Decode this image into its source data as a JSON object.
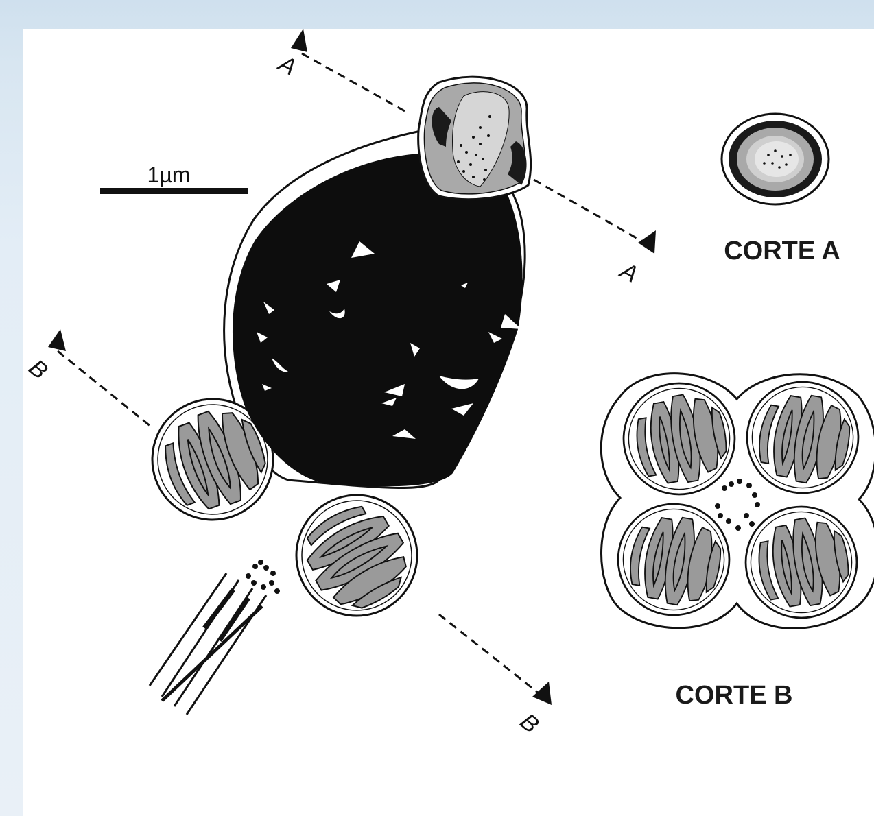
{
  "figure": {
    "scale_bar_label": "1µm",
    "section_a_label": "CORTE A",
    "section_b_label": "CORTE B",
    "cut_a_letter": "A",
    "cut_b_letter": "B"
  },
  "colors": {
    "background_strip": "#d8e6f1",
    "panel": "#ffffff",
    "nucleus": "#0d0d0d",
    "mitochondria_fill": "#9a9a9a",
    "acrosome_gray": "#a9a9a9",
    "outline": "#111111"
  }
}
